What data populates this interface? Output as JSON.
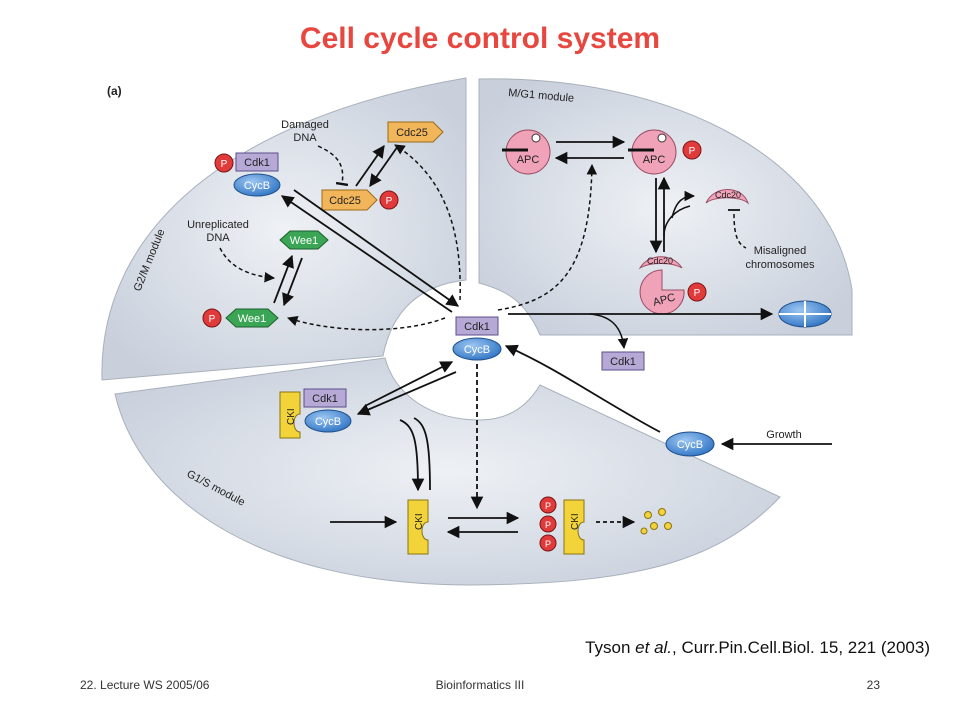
{
  "title": "Cell cycle control system",
  "panel_label": "(a)",
  "modules": {
    "g2m": "G2/M module",
    "mg1": "M/G1 module",
    "g1s": "G1/S module"
  },
  "labels": {
    "cdk1": "Cdk1",
    "cycb": "CycB",
    "p": "P",
    "cdc25": "Cdc25",
    "wee1": "Wee1",
    "apc": "APC",
    "cdc20": "Cdc20",
    "cki": "CKI",
    "damaged_dna_1": "Damaged",
    "damaged_dna_2": "DNA",
    "unreplicated_1": "Unreplicated",
    "unreplicated_2": "DNA",
    "misaligned_1": "Misaligned",
    "misaligned_2": "chromosomes",
    "growth": "Growth"
  },
  "citation": {
    "author": "Tyson ",
    "etal": "et al.",
    "ref": ", Curr.Pin.Cell.Biol. 15, 221 (2003)"
  },
  "footer": {
    "left": "22. Lecture WS 2005/06",
    "center": "Bioinformatics III",
    "right": "23"
  },
  "colors": {
    "title": "#e8473f",
    "sector_fill": "#d8dde6",
    "box_purple": "#b7a9d6",
    "ellipse_blue": "#4d8fd6",
    "phospho_red": "#e03a3a",
    "cdc25_orange": "#f2b65a",
    "wee1_green": "#3aa655",
    "apc_pink": "#f0a3b8",
    "cki_yellow": "#f2d33a"
  }
}
